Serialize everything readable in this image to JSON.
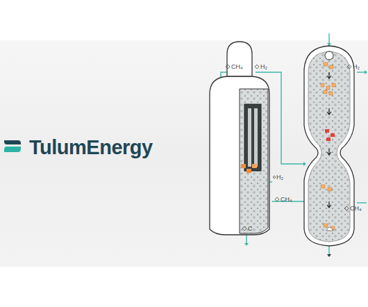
{
  "diagram": {
    "labels": [
      "TulumEnergy",
      "CH₄",
      "H₂",
      "H₂",
      "CH₄",
      "C",
      "H₂",
      "CH₄"
    ]
  }
}
